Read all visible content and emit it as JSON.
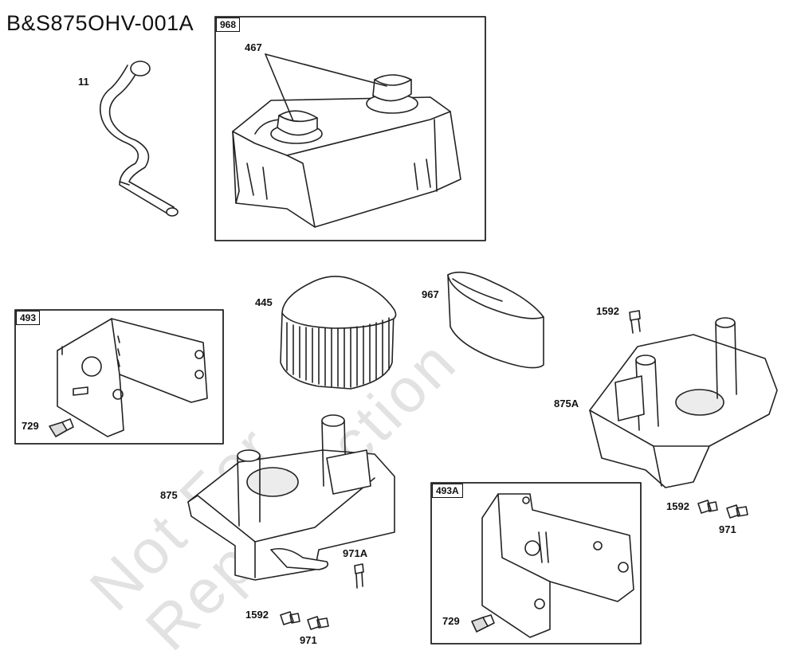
{
  "title": "B&S875OHV-001A",
  "watermark": {
    "line1": "Not For",
    "line2": "Reproduction"
  },
  "boxes": {
    "box_968": "968",
    "box_493": "493",
    "box_493A": "493A"
  },
  "callouts": {
    "p11": "11",
    "p467": "467",
    "p445": "445",
    "p967": "967",
    "p1592_top": "1592",
    "p875A": "875A",
    "p729_left": "729",
    "p875": "875",
    "p971A": "971A",
    "p1592_bottom": "1592",
    "p971_bottom": "971",
    "p1592_right": "1592",
    "p971_right": "971",
    "p729_right": "729"
  },
  "colors": {
    "line": "#222222",
    "fill": "#ffffff",
    "shade": "#dcdcdc",
    "watermark": "#e2e2e2"
  }
}
